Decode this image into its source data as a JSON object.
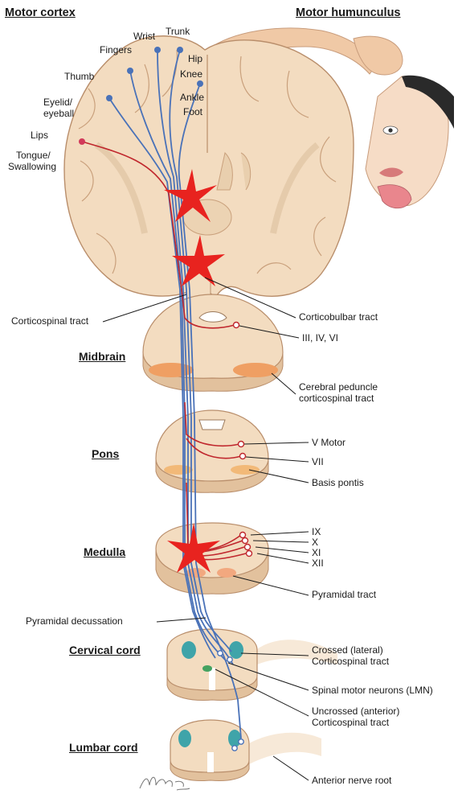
{
  "headings": {
    "motor_cortex": "Motor cortex",
    "motor_homunculus": "Motor humunculus"
  },
  "cortex_labels": {
    "trunk": "Trunk",
    "wrist": "Wrist",
    "fingers": "Fingers",
    "thumb": "Thumb",
    "eyelid_line1": "Eyelid/",
    "eyelid_line2": "eyeball",
    "lips": "Lips",
    "tongue_line1": "Tongue/",
    "tongue_line2": "Swallowing",
    "hip": "Hip",
    "knee": "Knee",
    "ankle": "Ankle",
    "foot": "Foot"
  },
  "tract_labels": {
    "corticospinal_tract": "Corticospinal tract",
    "corticobulbar_tract": "Corticobulbar tract",
    "pyramidal_decussation": "Pyramidal decussation"
  },
  "sections": {
    "midbrain": "Midbrain",
    "pons": "Pons",
    "medulla": "Medulla",
    "cervical": "Cervical cord",
    "lumbar": "Lumbar cord"
  },
  "right_labels": {
    "nuclei_midbrain": "III, IV, VI",
    "peduncle_line1": "Cerebral peduncle",
    "peduncle_line2": "corticospinal tract",
    "v_motor": "V Motor",
    "vii": "VII",
    "basis_pontis": "Basis pontis",
    "ix": "IX",
    "x": "X",
    "xi": "XI",
    "xii": "XII",
    "pyramidal_tract": "Pyramidal tract",
    "crossed_line1": "Crossed (lateral)",
    "crossed_line2": "Corticospinal tract",
    "spinal_motor_neurons": "Spinal motor neurons (LMN)",
    "uncrossed_line1": "Uncrossed (anterior)",
    "uncrossed_line2": "Corticospinal tract",
    "anterior_nerve_root": "Anterior nerve root"
  },
  "colors": {
    "tissue": "#f3dcc0",
    "tissue_dark": "#e2c19d",
    "outline": "#b98e6b",
    "tract_blue": "#4a72b8",
    "tract_red": "#c0272d",
    "lesion_star": "#e8231f",
    "tract_orange": "#ef9f63",
    "gray_matter_teal": "#3fa4a9"
  }
}
